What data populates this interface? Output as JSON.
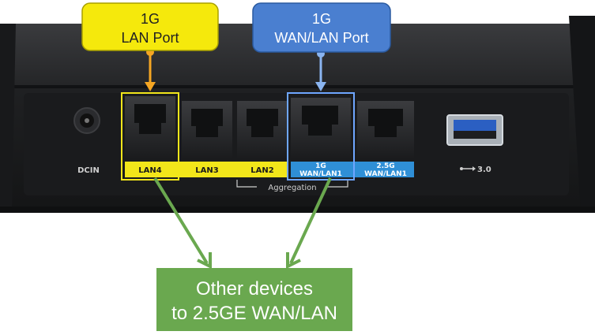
{
  "callouts": {
    "lan_port": {
      "line1": "1G",
      "line2": "LAN Port",
      "color": "#f5e90c"
    },
    "wan_lan_port": {
      "line1": "1G",
      "line2": "WAN/LAN Port",
      "color": "#4a7fd0"
    },
    "other_devices": {
      "line1": "Other devices",
      "line2": "to 2.5GE WAN/LAN",
      "color": "#6aa84f"
    }
  },
  "router": {
    "labels": {
      "dcin": "DCIN",
      "lan4": "LAN4",
      "lan3": "LAN3",
      "lan2": "LAN2",
      "wan1g_line1": "1G",
      "wan1g_line2": "WAN/LAN1",
      "wan25g_line1": "2.5G",
      "wan25g_line2": "WAN/LAN1",
      "usb": "3.0",
      "aggregation": "Aggregation"
    },
    "colors": {
      "lan_strip": "#f2e61a",
      "wan_strip": "#2f8fd6",
      "body": "#1e1f21"
    }
  }
}
